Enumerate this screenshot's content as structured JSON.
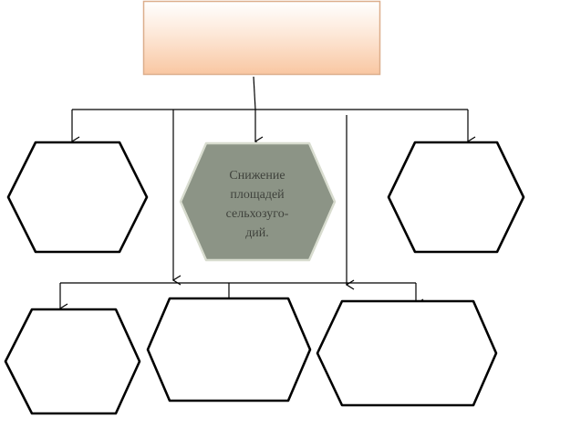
{
  "diagram": {
    "center_node": {
      "lines": [
        "Снижение",
        "площадей",
        "сельхозуго-",
        "дий."
      ]
    },
    "colors": {
      "header_fill_top": "#ffffff",
      "header_fill_bottom": "#f9c9a6",
      "header_border": "#dcae8c",
      "center_fill": "#8c9486",
      "center_border": "#d8dccf",
      "hex_stroke": "#000000",
      "connector": "#000000"
    }
  }
}
